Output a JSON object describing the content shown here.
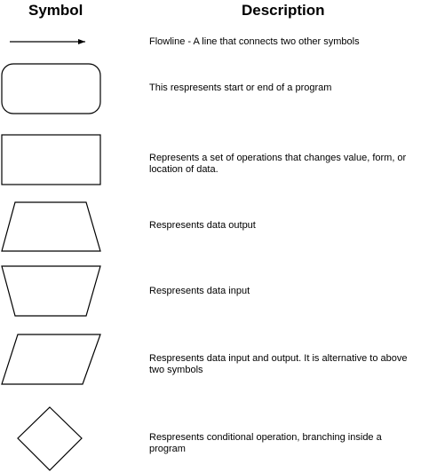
{
  "headers": {
    "symbol": "Symbol",
    "description": "Description"
  },
  "rows": [
    {
      "icon": "flowline-arrow-icon",
      "description": "Flowline - A line that connects two other symbols"
    },
    {
      "icon": "terminal-rounded-rectangle-icon",
      "description": "This respresents start or end of a program"
    },
    {
      "icon": "process-rectangle-icon",
      "description": "Represents a set of operations that changes value, form, or\nlocation of data."
    },
    {
      "icon": "output-trapezoid-icon",
      "description": "Respresents data output"
    },
    {
      "icon": "input-inverted-trapezoid-icon",
      "description": "Respresents data input"
    },
    {
      "icon": "input-output-parallelogram-icon",
      "description": "Respresents data input and output. It is alternative to above\ntwo symbols"
    },
    {
      "icon": "decision-diamond-icon",
      "description": "Respresents conditional operation, branching inside a\nprogram"
    }
  ],
  "colors": {
    "stroke": "#000000",
    "background": "#ffffff"
  }
}
